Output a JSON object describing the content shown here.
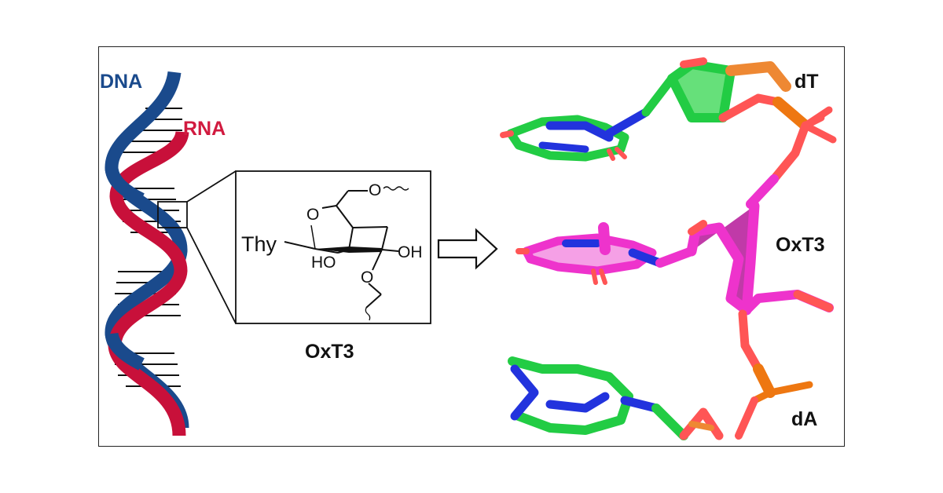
{
  "labels": {
    "dna": "DNA",
    "rna": "RNA",
    "oxt3_structure": "OxT3",
    "dt": "dT",
    "oxt3_model": "OxT3",
    "da": "dA"
  },
  "structure": {
    "thy": "Thy",
    "o_ring": "O",
    "o_top": "O",
    "ho": "HO",
    "oh": "OH",
    "o_low": "O"
  },
  "colors": {
    "dna_strand": "#1a4a8c",
    "rna_strand": "#c8103a",
    "stick_green": "#33dd55",
    "stick_magenta": "#ee33cc",
    "stick_orange": "#ee7711",
    "stick_red": "#ff5555",
    "stick_blue": "#2233dd"
  },
  "icons": {
    "arrow": "hollow-right-arrow-icon"
  }
}
